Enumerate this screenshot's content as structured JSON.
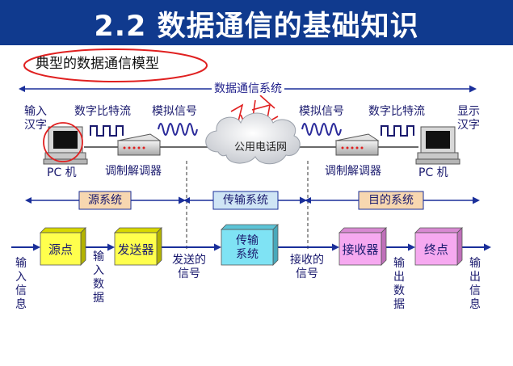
{
  "title": "2.2 数据通信的基础知识",
  "subtitle": "典型的数据通信模型",
  "system_label": "数据通信系统",
  "handwriting": "广域",
  "top": {
    "input_chars": "输入汉字",
    "bitstream_left": "数字比特流",
    "analog_left": "模拟信号",
    "analog_right": "模拟信号",
    "bitstream_right": "数字比特流",
    "display_chars": "显示汉字",
    "pc_left": "PC 机",
    "pc_right": "PC 机",
    "modem_left": "调制解调器",
    "modem_right": "调制解调器",
    "network": "公用电话网"
  },
  "sections": {
    "source": "源系统",
    "transmission": "传输系统",
    "destination": "目的系统"
  },
  "blocks": {
    "source_point": "源点",
    "transmitter": "发送器",
    "transmission": "传输系统",
    "receiver": "接收器",
    "end_point": "终点"
  },
  "flow": {
    "input_info": "输入信息",
    "input_data": "输入数据",
    "sent_signal": "发送的信号",
    "received_signal": "接收的信号",
    "output_data": "输出数据",
    "output_info": "输出信息"
  },
  "colors": {
    "banner": "#103a8e",
    "label_box": "#f7d7b0",
    "transmission_box": "#cfe5f5",
    "block_yellow": "#ffff4d",
    "block_cyan": "#7fe3f4",
    "block_pink": "#f6a9f0",
    "arrow": "#1a2f9a",
    "ellipse": "#e02020"
  }
}
